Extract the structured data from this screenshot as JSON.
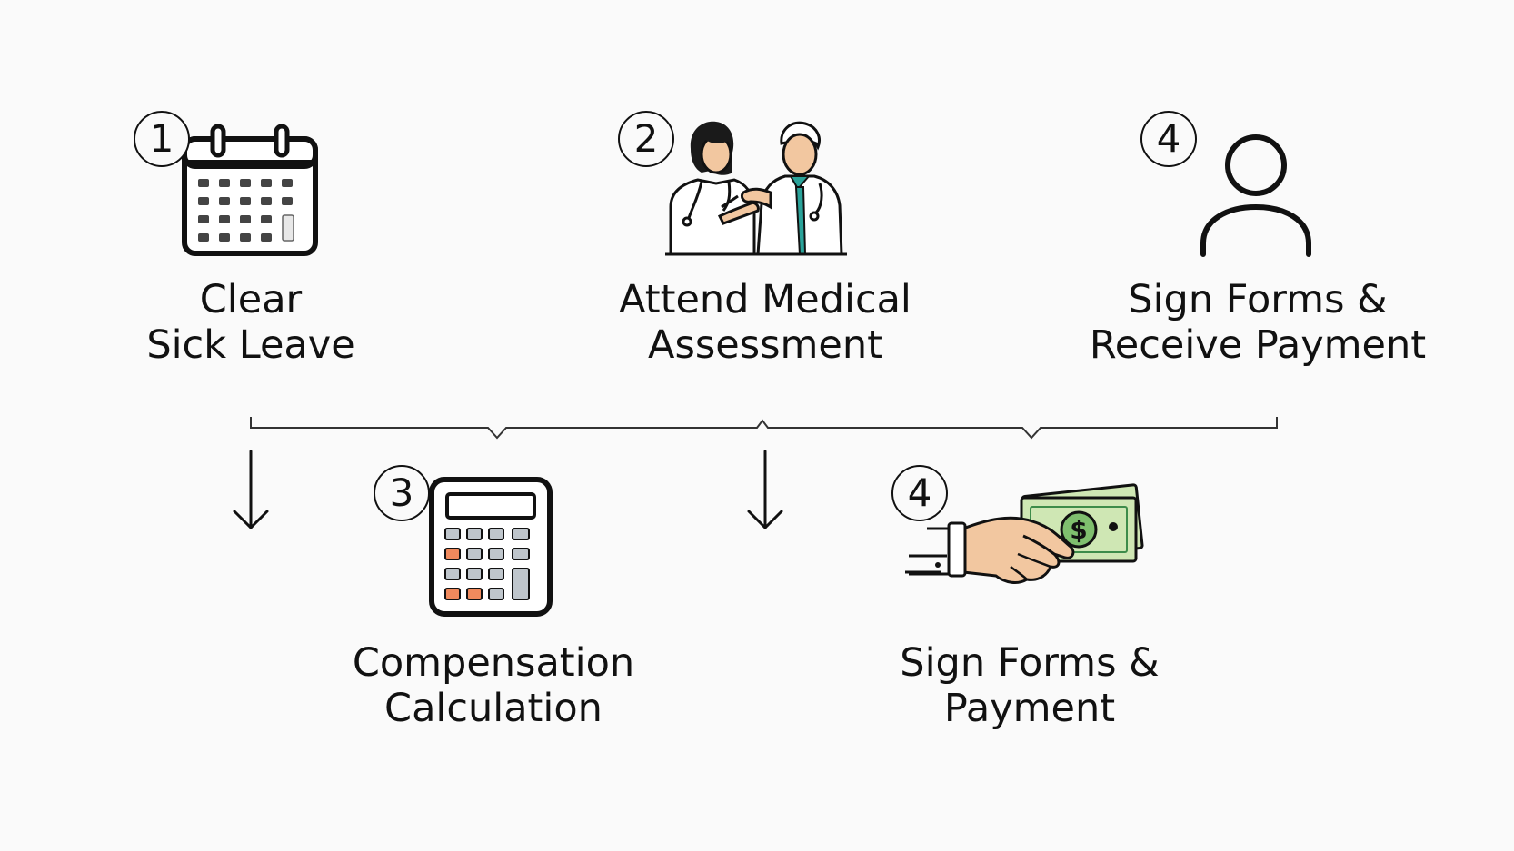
{
  "steps": [
    {
      "number": "1",
      "label_line1": "Clear",
      "label_line2": "Sick Leave",
      "icon": "calendar-icon"
    },
    {
      "number": "2",
      "label_line1": "Attend Medical",
      "label_line2": "Assessment",
      "icon": "doctors-icon"
    },
    {
      "number": "4",
      "label_line1": "Sign Forms &",
      "label_line2": "Receive Payment",
      "icon": "person-icon"
    },
    {
      "number": "3",
      "label_line1": "Compensation",
      "label_line2": "Calculation",
      "icon": "calculator-icon"
    },
    {
      "number": "4",
      "label_line1": "Sign Forms &",
      "label_line2": "Payment",
      "icon": "money-hand-icon"
    }
  ],
  "colors": {
    "background": "#fafafa",
    "line": "#111111",
    "skin": "#f2c7a0",
    "hair": "#1a1a1a",
    "scrub_teal": "#2aa39a",
    "calc_orange": "#f08a5d",
    "calc_key": "#bfc6cc",
    "money_green": "#cfe7b4",
    "money_dark": "#3d8c4a",
    "calendar_cell": "#444444"
  }
}
